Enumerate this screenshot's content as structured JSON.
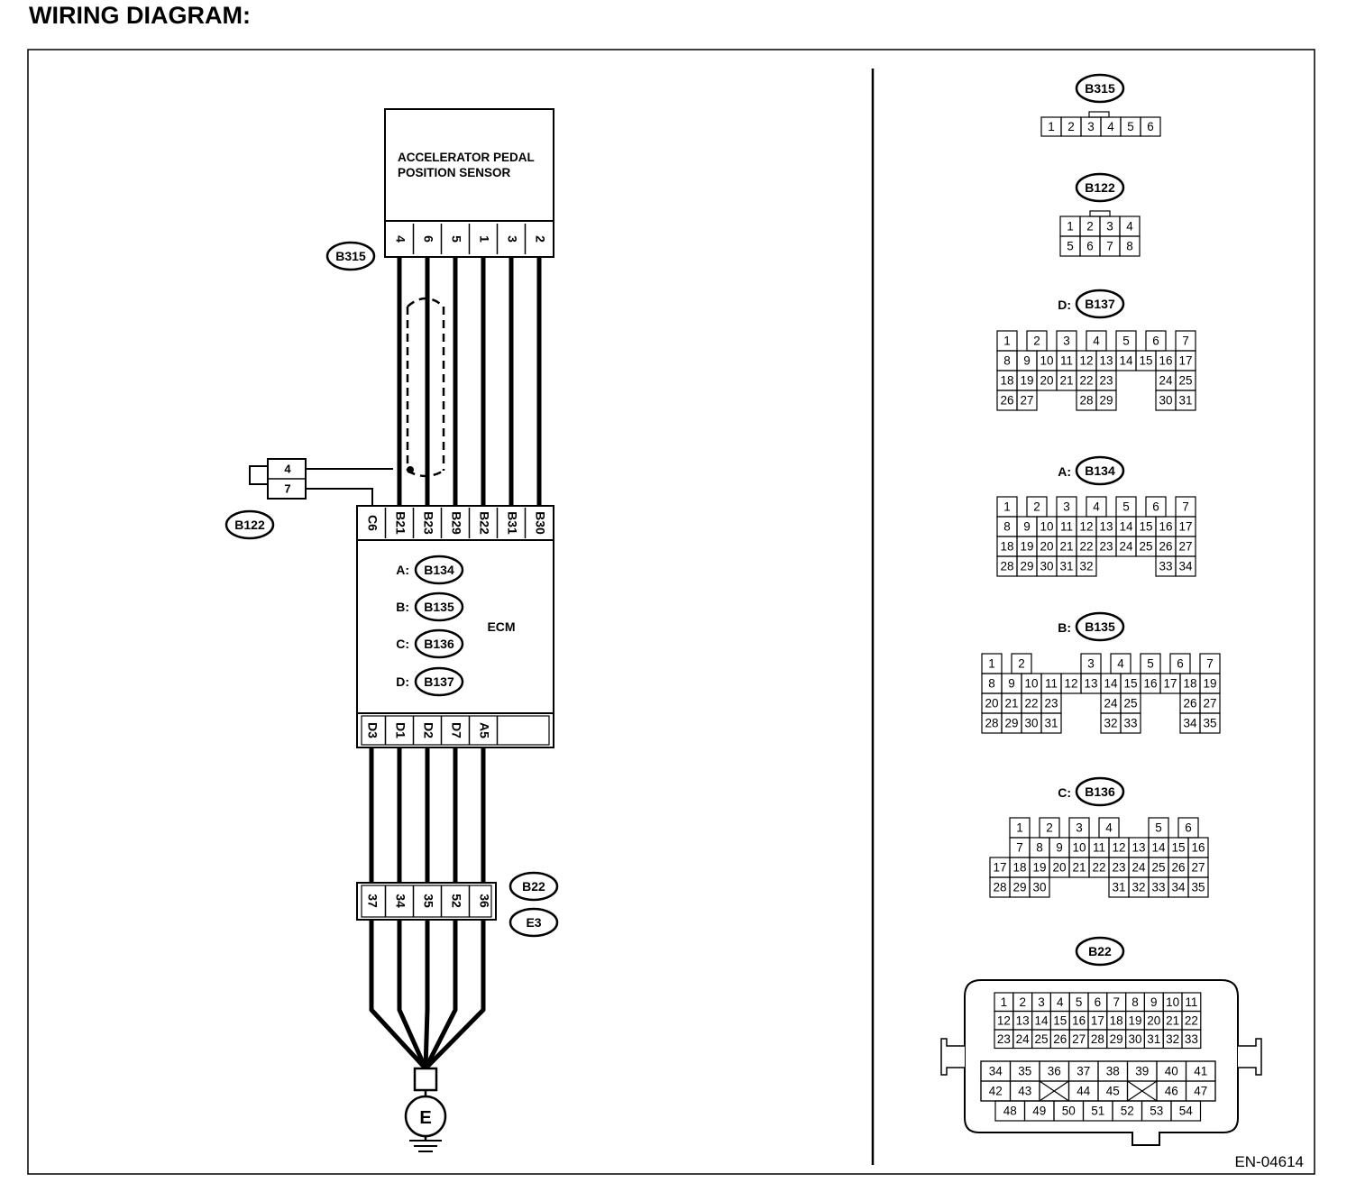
{
  "page_title": "WIRING DIAGRAM:",
  "drawing_code": "EN-04614",
  "sensor": {
    "name_line1": "ACCELERATOR PEDAL",
    "name_line2": "POSITION SENSOR",
    "connector": "B315",
    "pins": [
      "4",
      "6",
      "5",
      "1",
      "3",
      "2"
    ]
  },
  "shield_connector": {
    "connector": "B122",
    "pins": [
      "4",
      "7"
    ]
  },
  "ecm": {
    "name": "ECM",
    "upper_terminals": [
      "C6",
      "B21",
      "B23",
      "B29",
      "B22",
      "B31",
      "B30"
    ],
    "lower_terminals": [
      "D3",
      "D1",
      "D2",
      "D7",
      "A5"
    ],
    "connectors": [
      {
        "prefix": "A:",
        "id": "B134"
      },
      {
        "prefix": "B:",
        "id": "B135"
      },
      {
        "prefix": "C:",
        "id": "B136"
      },
      {
        "prefix": "D:",
        "id": "B137"
      }
    ]
  },
  "joint_connector": {
    "connectors": [
      "B22",
      "E3"
    ],
    "pins": [
      "37",
      "34",
      "35",
      "52",
      "36"
    ]
  },
  "ground": {
    "label": "E"
  },
  "connector_views": {
    "b315": {
      "label": "B315",
      "rows": [
        [
          "1",
          "2",
          "3",
          "4",
          "5",
          "6"
        ]
      ]
    },
    "b122": {
      "label": "B122",
      "rows": [
        [
          "1",
          "2",
          "3",
          "4"
        ],
        [
          "5",
          "6",
          "7",
          "8"
        ]
      ]
    },
    "b137": {
      "prefix": "D:",
      "label": "B137",
      "rows": [
        [
          "1",
          "2",
          "3",
          "4",
          "5",
          "6",
          "7"
        ],
        [
          "8",
          "9",
          "10",
          "11",
          "12",
          "13",
          "14",
          "15",
          "16",
          "17"
        ],
        [
          "18",
          "19",
          "20",
          "21",
          "22",
          "23",
          "24",
          "25"
        ],
        [
          "26",
          "27",
          "28",
          "29",
          "30",
          "31"
        ]
      ]
    },
    "b134": {
      "prefix": "A:",
      "label": "B134",
      "rows": [
        [
          "1",
          "2",
          "3",
          "4",
          "5",
          "6",
          "7"
        ],
        [
          "8",
          "9",
          "10",
          "11",
          "12",
          "13",
          "14",
          "15",
          "16",
          "17"
        ],
        [
          "18",
          "19",
          "20",
          "21",
          "22",
          "23",
          "24",
          "25",
          "26",
          "27"
        ],
        [
          "28",
          "29",
          "30",
          "31",
          "32",
          "33",
          "34"
        ]
      ]
    },
    "b135": {
      "prefix": "B:",
      "label": "B135",
      "rows": [
        [
          "1",
          "2",
          "3",
          "4",
          "5",
          "6",
          "7"
        ],
        [
          "8",
          "9",
          "10",
          "11",
          "12",
          "13",
          "14",
          "15",
          "16",
          "17",
          "18",
          "19"
        ],
        [
          "20",
          "21",
          "22",
          "23",
          "24",
          "25",
          "26",
          "27"
        ],
        [
          "28",
          "29",
          "30",
          "31",
          "32",
          "33",
          "34",
          "35"
        ]
      ]
    },
    "b136": {
      "prefix": "C:",
      "label": "B136",
      "rows": [
        [
          "1",
          "2",
          "3",
          "4",
          "5",
          "6"
        ],
        [
          "7",
          "8",
          "9",
          "10",
          "11",
          "12",
          "13",
          "14",
          "15",
          "16"
        ],
        [
          "17",
          "18",
          "19",
          "20",
          "21",
          "22",
          "23",
          "24",
          "25",
          "26",
          "27"
        ],
        [
          "28",
          "29",
          "30",
          "31",
          "32",
          "33",
          "34",
          "35"
        ]
      ]
    },
    "b22": {
      "label": "B22",
      "rows": [
        [
          "1",
          "2",
          "3",
          "4",
          "5",
          "6",
          "7",
          "8",
          "9",
          "10",
          "11"
        ],
        [
          "12",
          "13",
          "14",
          "15",
          "16",
          "17",
          "18",
          "19",
          "20",
          "21",
          "22"
        ],
        [
          "23",
          "24",
          "25",
          "26",
          "27",
          "28",
          "29",
          "30",
          "31",
          "32",
          "33"
        ],
        [
          "34",
          "35",
          "36",
          "37",
          "38",
          "39",
          "40",
          "41"
        ],
        [
          "42",
          "43",
          "44",
          "45",
          "46",
          "47"
        ],
        [
          "48",
          "49",
          "50",
          "51",
          "52",
          "53",
          "54"
        ]
      ]
    }
  }
}
